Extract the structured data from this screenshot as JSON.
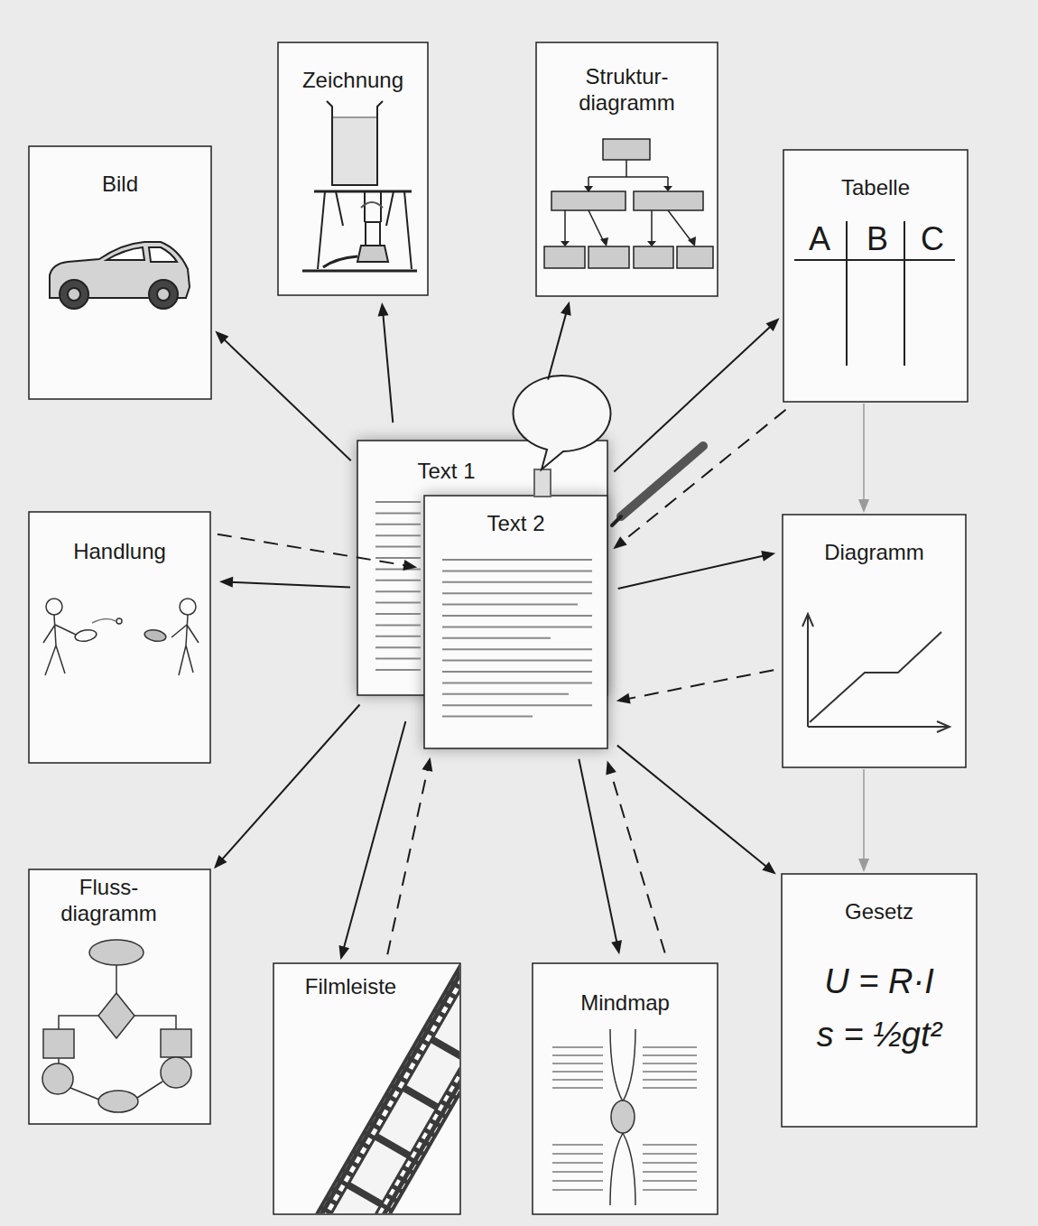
{
  "diagram": {
    "nodes": [
      {
        "text": [
          "Zeichnung"
        ]
      },
      {
        "text": [
          "Struktur- diagramm"
        ]
      },
      {
        "text": [
          "Bild"
        ]
      },
      {
        "text": [
          "Tabelle"
        ]
      },
      {
        "text": [
          "Text 1"
        ]
      },
      {
        "text": [
          "Text 2"
        ]
      },
      {
        "text": [
          "Handlung"
        ]
      },
      {
        "text": [
          "Diagramm"
        ]
      },
      {
        "text": [
          "Fluss- diagramm"
        ]
      },
      {
        "text": [
          "Filmleiste"
        ]
      },
      {
        "text": [
          "Mindmap"
        ]
      },
      {
        "text": [
          "Gesetz",
          "U = R·I",
          "s = ½gt²"
        ]
      }
    ],
    "edges": [
      {
        "from": 4,
        "to": 2,
        "arrow": "to"
      },
      {
        "from": 4,
        "to": 0,
        "arrow": "to"
      },
      {
        "from": 4,
        "to": 1,
        "arrow": "to"
      },
      {
        "from": 4,
        "to": 3,
        "arrow": "to"
      },
      {
        "from": 3,
        "to": 5,
        "arrow": "to"
      },
      {
        "from": 4,
        "to": 6,
        "arrow": "to"
      },
      {
        "from": 6,
        "to": 5,
        "arrow": "to"
      },
      {
        "from": 5,
        "to": 7,
        "arrow": "to"
      },
      {
        "from": 7,
        "to": 5,
        "arrow": "to"
      },
      {
        "from": 5,
        "to": 11,
        "arrow": "to"
      },
      {
        "from": 4,
        "to": 8,
        "arrow": "to"
      },
      {
        "from": 4,
        "to": 9,
        "arrow": "to"
      },
      {
        "from": 9,
        "to": 5,
        "arrow": "to"
      },
      {
        "from": 5,
        "to": 10,
        "arrow": "to"
      },
      {
        "from": 10,
        "to": 5,
        "arrow": "to"
      },
      {
        "from": 3,
        "to": 7,
        "arrow": "to"
      },
      {
        "from": 7,
        "to": 11,
        "arrow": "to"
      }
    ],
    "labels": [
      "A",
      "B",
      "C"
    ]
  }
}
